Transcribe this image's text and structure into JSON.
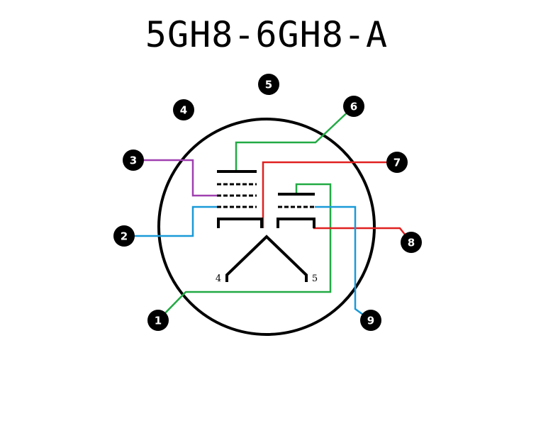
{
  "title": "5GH8-6GH8-A",
  "pins": [
    {
      "label": "1"
    },
    {
      "label": "2"
    },
    {
      "label": "3"
    },
    {
      "label": "4"
    },
    {
      "label": "5"
    },
    {
      "label": "6"
    },
    {
      "label": "7"
    },
    {
      "label": "8"
    },
    {
      "label": "9"
    }
  ],
  "heater_labels": {
    "left": "4",
    "right": "5"
  },
  "colors": {
    "green": "#22aa44",
    "red": "#e02020",
    "purple": "#a040b0",
    "blue": "#1a9ad8",
    "black": "#000000"
  }
}
